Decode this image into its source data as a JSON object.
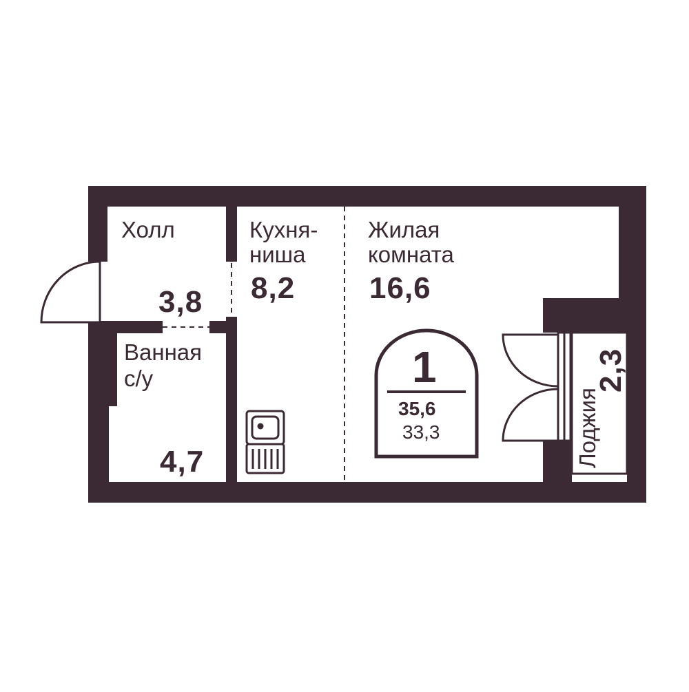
{
  "colors": {
    "wall": "#3b2a33",
    "floor": "#ffffff"
  },
  "rooms": {
    "hall": {
      "name": "Холл",
      "area": "3,8"
    },
    "kitchen": {
      "name_line1": "Кухня-",
      "name_line2": "ниша",
      "area": "8,2"
    },
    "living": {
      "name_line1": "Жилая",
      "name_line2": "комната",
      "area": "16,6"
    },
    "bathroom": {
      "name_line1": "Ванная",
      "name_line2": "с/у",
      "area": "4,7"
    },
    "loggia": {
      "name": "Лоджия",
      "area": "2,3"
    }
  },
  "badge": {
    "rooms": "1",
    "total_area": "35,6",
    "living_area": "33,3"
  },
  "icons": [
    "door-swing-icon",
    "sink-icon",
    "stove-icon",
    "balcony-door-icon"
  ]
}
